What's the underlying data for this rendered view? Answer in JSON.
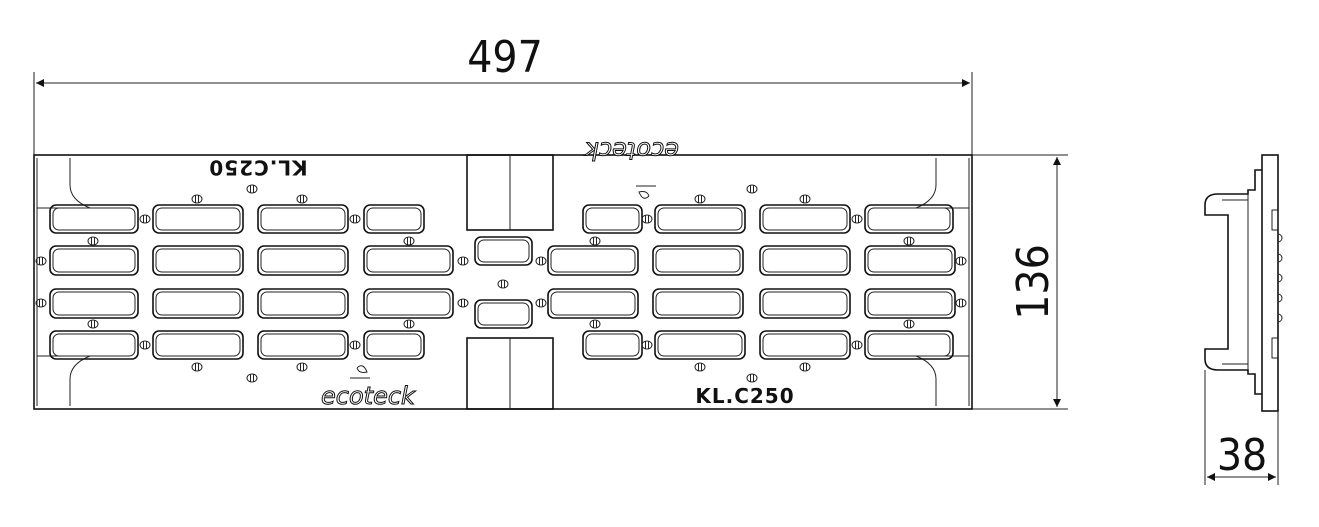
{
  "dimensions": {
    "length": "497",
    "width": "136",
    "height": "38"
  },
  "markings": {
    "class_label": "KL.C250",
    "brand": "ecoteck"
  },
  "colors": {
    "line": "#111111",
    "background": "#ffffff"
  }
}
